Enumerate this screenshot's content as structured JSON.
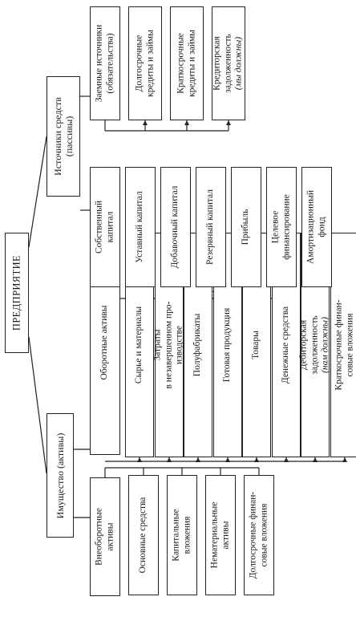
{
  "diagram": {
    "root": {
      "lines": [
        "ПРЕДПРИЯТИЕ"
      ]
    },
    "assets": {
      "label": [
        "Имущество (активы)"
      ],
      "noncurrent": {
        "label": [
          "Внеоборотные",
          "активы"
        ],
        "items": [
          {
            "lines": [
              "Основные средства"
            ]
          },
          {
            "lines": [
              "Капитальные",
              "вложения"
            ]
          },
          {
            "lines": [
              "Нематериальные",
              "активы"
            ]
          },
          {
            "lines": [
              "Долгосрочные финан-",
              "совые вложения"
            ]
          }
        ]
      },
      "current": {
        "label": [
          "Оборотные активы"
        ],
        "items": [
          {
            "lines": [
              "Сырье и материалы"
            ]
          },
          {
            "lines": [
              "Затраты",
              "в незавершенном про-",
              "изводстве"
            ]
          },
          {
            "lines": [
              "Полуфабрикаты"
            ]
          },
          {
            "lines": [
              "Готовая продукция"
            ]
          },
          {
            "lines": [
              "Товары"
            ]
          },
          {
            "lines": [
              "Денежные средства"
            ]
          },
          {
            "lines": [
              "Дебиторская",
              "задолженность",
              "(нам должны)"
            ],
            "italic_line": 2
          },
          {
            "lines": [
              "Краткосрочные финан-",
              "совые вложения"
            ]
          }
        ]
      }
    },
    "sources": {
      "label": [
        "Источники средств",
        "(пассивы)"
      ],
      "equity": {
        "label": [
          "Собственный",
          "капитал"
        ],
        "items": [
          {
            "lines": [
              "Уставный капитал"
            ]
          },
          {
            "lines": [
              "Добавочный капитал"
            ]
          },
          {
            "lines": [
              "Резервный капитал"
            ]
          },
          {
            "lines": [
              "Прибыль"
            ]
          },
          {
            "lines": [
              "Целевое",
              "финансирование"
            ]
          },
          {
            "lines": [
              "Амортизационный",
              "фонд"
            ]
          }
        ]
      },
      "borrowed": {
        "label": [
          "Заемные источники",
          "(обязательства)"
        ],
        "items": [
          {
            "lines": [
              "Долгосрочные",
              "кредиты и займы"
            ]
          },
          {
            "lines": [
              "Краткосрочные",
              "кредиты и займы"
            ]
          },
          {
            "lines": [
              "Кредиторская",
              "задолженность",
              "(мы должны)"
            ],
            "italic_line": 2
          }
        ]
      }
    }
  }
}
